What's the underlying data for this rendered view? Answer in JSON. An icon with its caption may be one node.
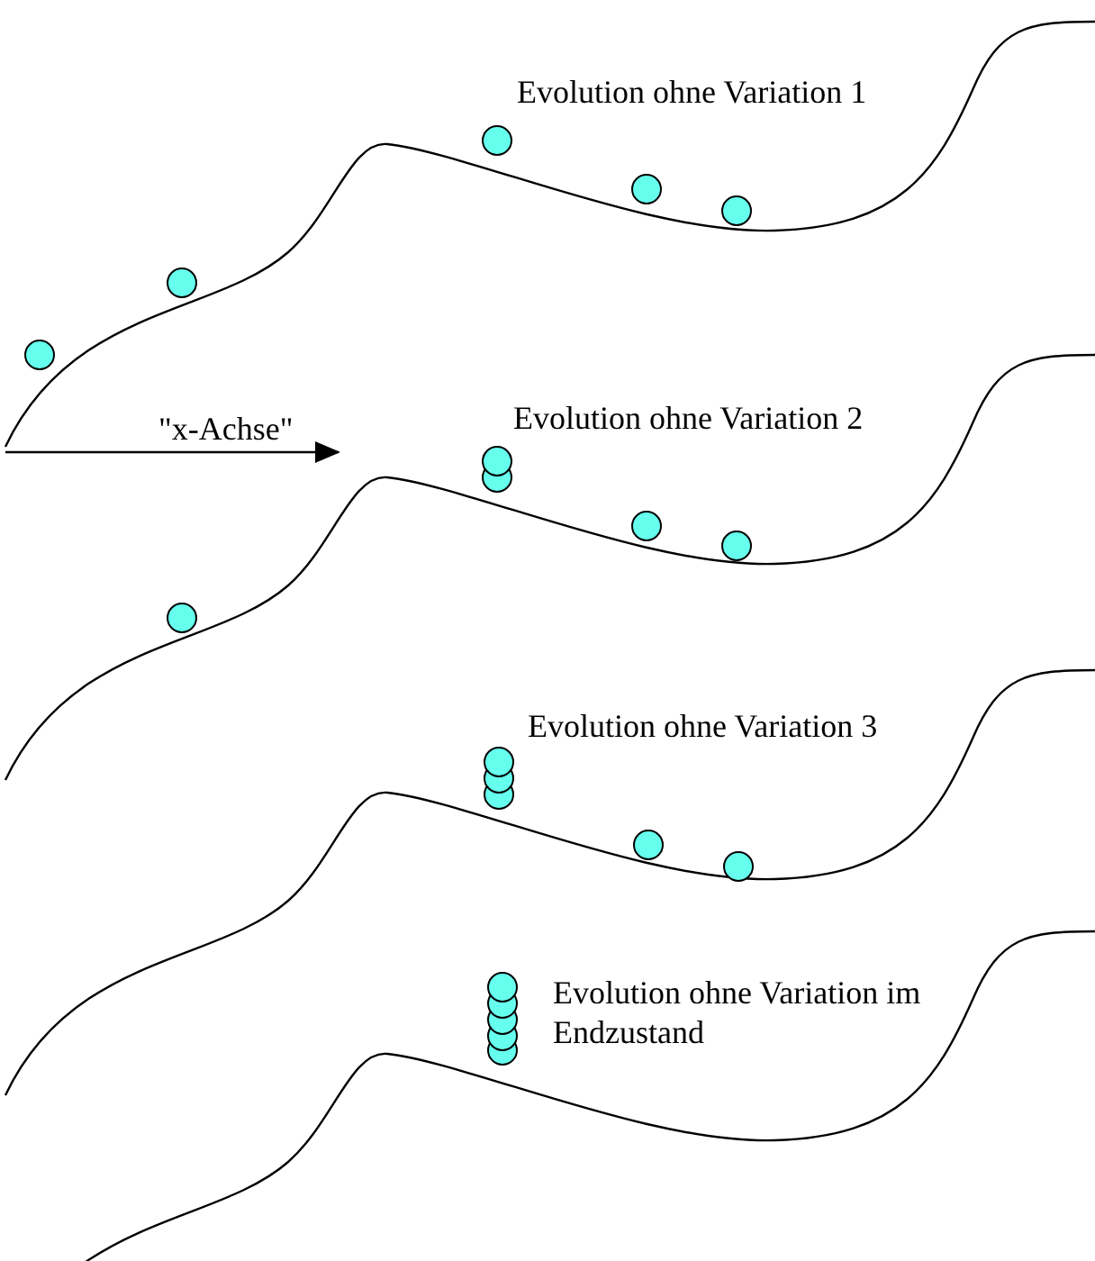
{
  "diagram": {
    "labels": [
      "Evolution ohne Variation 1",
      "\"x-Achse\"",
      "Evolution ohne Variation 2",
      "Evolution ohne Variation 3",
      "Evolution ohne Variation im Endzustand"
    ]
  }
}
